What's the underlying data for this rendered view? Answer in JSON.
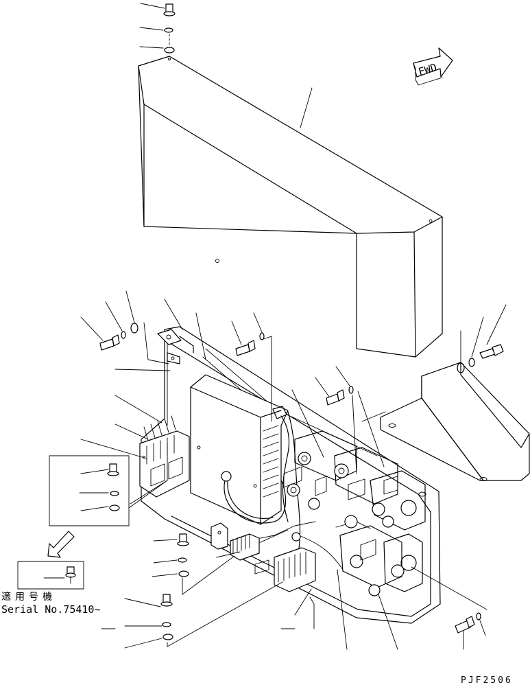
{
  "fwd_arrow": {
    "label": "FWD"
  },
  "serial_note": {
    "applicable_machines": "適用号機",
    "serial_text": "Serial No.75410~"
  },
  "drawing_code": "PJF2506"
}
